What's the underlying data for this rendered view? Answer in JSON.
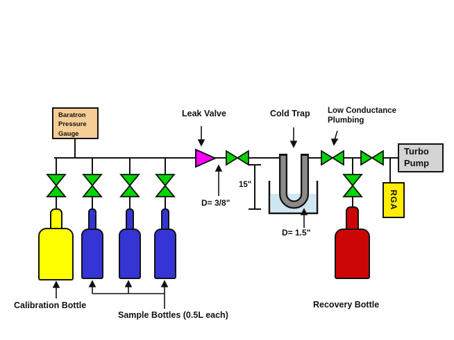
{
  "boxes": {
    "baratron": {
      "line1": "Baratron",
      "line2": "Pressure",
      "line3": "Gauge"
    },
    "turbo": {
      "line1": "Turbo",
      "line2": "Pump"
    },
    "rga": {
      "label": "RGA"
    }
  },
  "labels": {
    "leak_valve": "Leak Valve",
    "cold_trap": "Cold Trap",
    "low_conductance_1": "Low Conductance",
    "low_conductance_2": "Plumbing",
    "dim_height": "15\"",
    "dim_pipe": "D= 3/8\"",
    "dim_trap": "D= 1.5\"",
    "calibration_bottle": "Calibration Bottle",
    "sample_bottles": "Sample Bottles (0.5L each)",
    "recovery_bottle": "Recovery Bottle"
  },
  "colors": {
    "valve_green": "#00d400",
    "leak_valve_magenta": "#ff00ff",
    "calibration_yellow": "#ffff00",
    "sample_blue": "#3535d6",
    "recovery_red": "#cc0606",
    "gauge_tan": "#f6cd95",
    "pump_gray": "#d4d4d4",
    "rga_yellow": "#ffee00",
    "trap_tube_gray": "#8a8a8a",
    "trap_liquid_blue": "#cfe7f2"
  }
}
